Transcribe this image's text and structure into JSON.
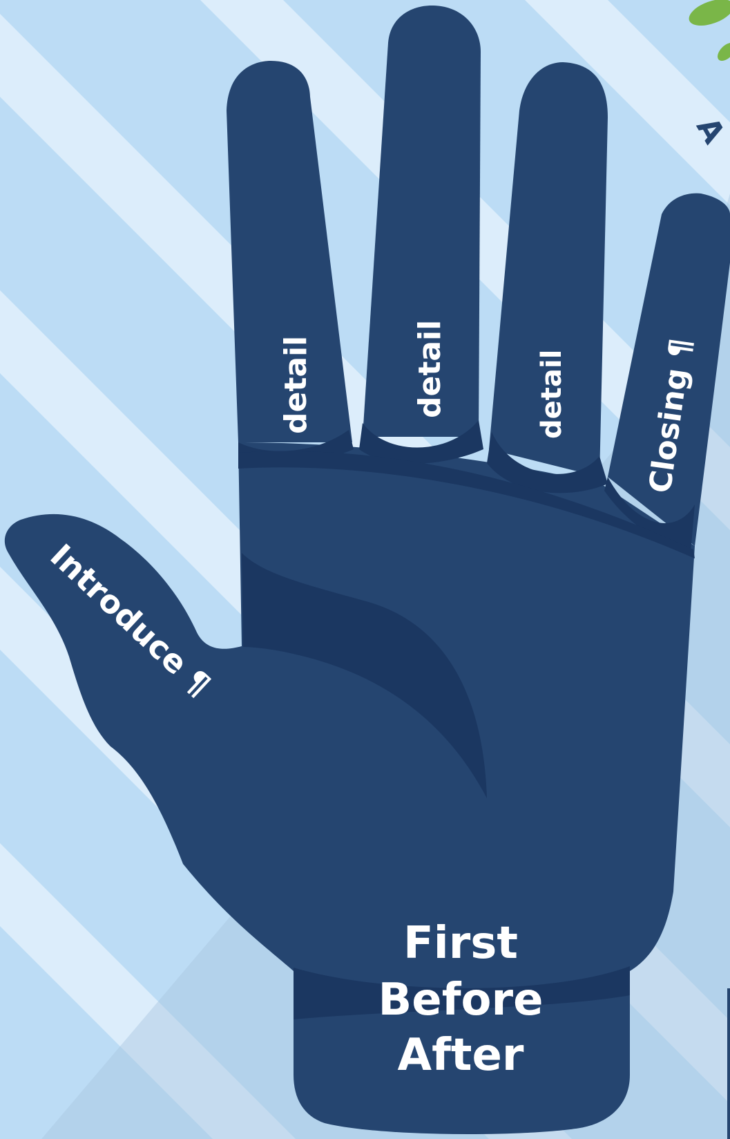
{
  "hand": {
    "thumb_label": "Introduce ¶",
    "finger_labels": [
      "detail",
      "detail",
      "detail"
    ],
    "pinky_label": "Closing ¶",
    "wrist_lines": [
      "First",
      "Before",
      "After"
    ]
  },
  "colors": {
    "background": "#bcdcf5",
    "stripe": "#dcedfb",
    "shadow": "#a9c6e0",
    "hand": "#254570",
    "hand_dark": "#1b3761",
    "text": "#ffffff",
    "leaf": "#7ab648"
  },
  "icons": [
    "paragraph-mark-icon",
    "leaf-icon"
  ]
}
